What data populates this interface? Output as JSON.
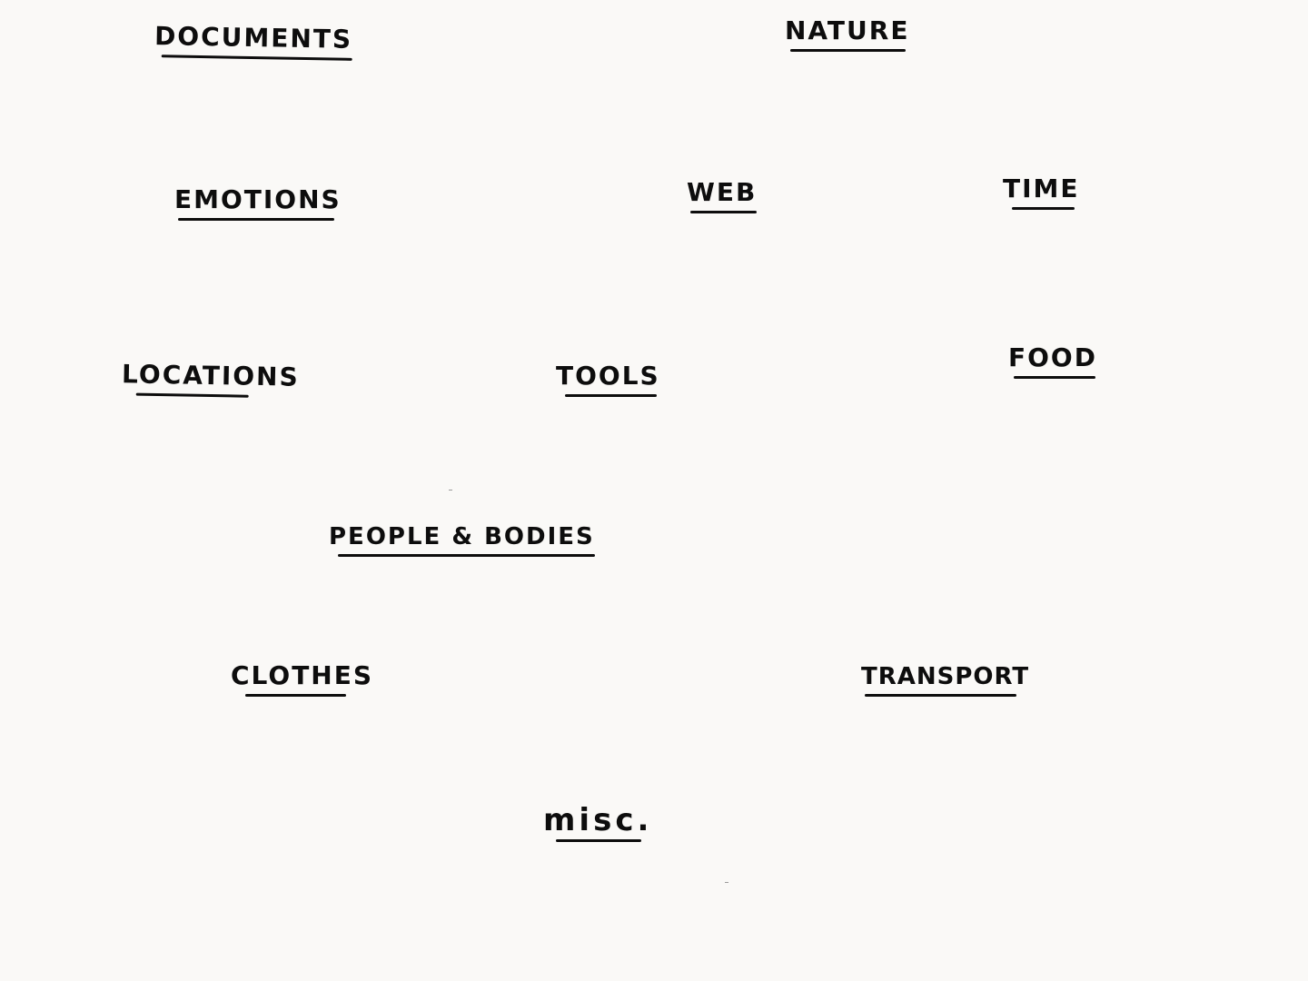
{
  "categories": [
    {
      "id": "documents",
      "label": "DOCUMENTS"
    },
    {
      "id": "nature",
      "label": "NATURE"
    },
    {
      "id": "emotions",
      "label": "EMOTIONS"
    },
    {
      "id": "web",
      "label": "WEB"
    },
    {
      "id": "time",
      "label": "TIME"
    },
    {
      "id": "locations",
      "label": "LOCATIONS"
    },
    {
      "id": "tools",
      "label": "TOOLS"
    },
    {
      "id": "food",
      "label": "FOOD"
    },
    {
      "id": "people-bodies",
      "label": "PEOPLE & BODIES"
    },
    {
      "id": "clothes",
      "label": "CLOTHES"
    },
    {
      "id": "transport",
      "label": "TRANSPORT"
    },
    {
      "id": "misc",
      "label": "misc."
    }
  ]
}
